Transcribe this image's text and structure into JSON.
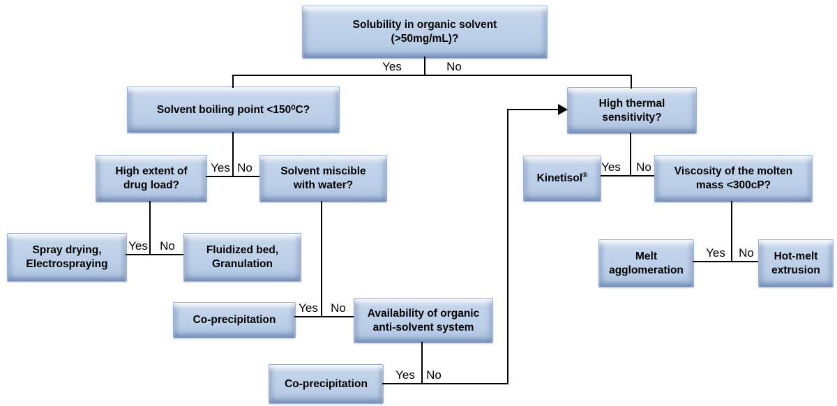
{
  "colors": {
    "background": "#ffffff",
    "box_fill": "#bccfe8",
    "box_highlight": "#d9e4f3",
    "box_border": "#9db3d6",
    "line": "#000000",
    "text": "#000000"
  },
  "labels": {
    "yes": "Yes",
    "no": "No"
  },
  "nodes": {
    "solubility": {
      "label": "Solubility in organic solvent\n(>50mg/mL)?"
    },
    "boiling_point": {
      "label": "Solvent boiling point <150⁰C?"
    },
    "drug_load": {
      "label": "High extent of\ndrug load?"
    },
    "solvent_miscible": {
      "label": "Solvent miscible\nwith water?"
    },
    "spray_drying": {
      "label": "Spray drying,\nElectrospraying"
    },
    "fluidized_bed": {
      "label": "Fluidized bed,\nGranulation"
    },
    "co_precipitation_upper": {
      "label": "Co-precipitation"
    },
    "anti_solvent": {
      "label": "Availability of organic\nanti-solvent system"
    },
    "co_precipitation_lower": {
      "label": "Co-precipitation"
    },
    "thermal_sensitivity": {
      "label": "High thermal\nsensitivity?"
    },
    "kinetisol": {
      "label": "Kinetisol",
      "sup": "®"
    },
    "viscosity": {
      "label": "Viscosity of the molten\nmass <300cP?"
    },
    "melt_agglomeration": {
      "label": "Melt\nagglomeration"
    },
    "hot_melt_extrusion": {
      "label": "Hot-melt\nextrusion"
    }
  }
}
